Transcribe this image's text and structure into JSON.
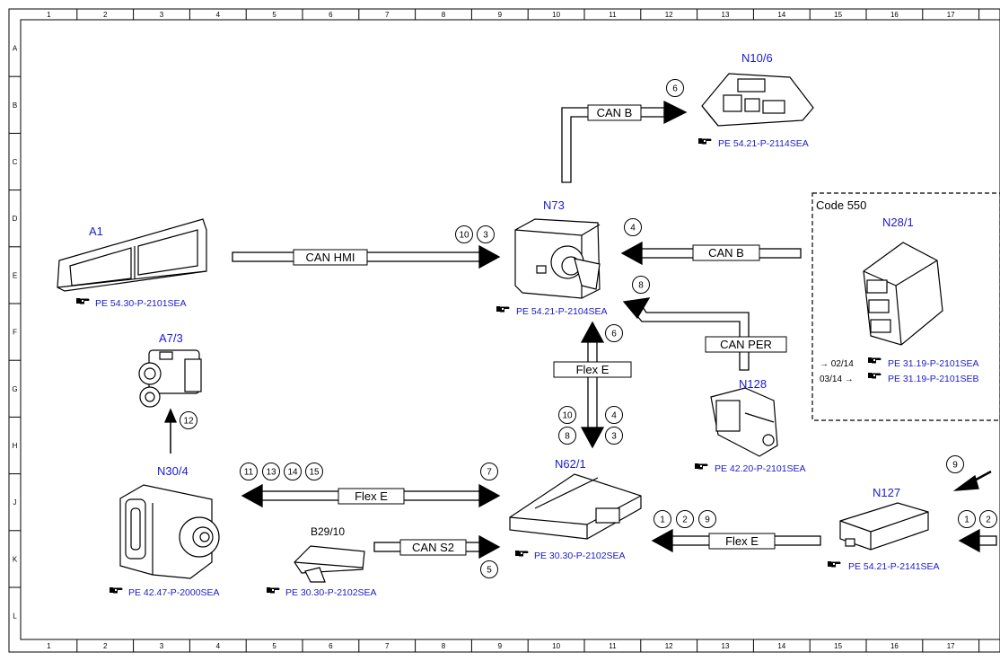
{
  "grid": {
    "columns": [
      "1",
      "2",
      "3",
      "4",
      "5",
      "6",
      "7",
      "8",
      "9",
      "10",
      "11",
      "12",
      "13",
      "14",
      "15",
      "16",
      "17"
    ],
    "rows": [
      "A",
      "B",
      "C",
      "D",
      "E",
      "F",
      "G",
      "H",
      "J",
      "K",
      "L"
    ]
  },
  "components": {
    "a1": {
      "label": "A1",
      "ref": "PE 54.30-P-2101SEA"
    },
    "a7_3": {
      "label": "A7/3"
    },
    "n30_4": {
      "label": "N30/4",
      "ref": "PE 42.47-P-2000SEA"
    },
    "b29_10": {
      "label": "B29/10",
      "ref": "PE 30.30-P-2102SEA"
    },
    "n73": {
      "label": "N73",
      "ref": "PE 54.21-P-2104SEA"
    },
    "n10_6": {
      "label": "N10/6",
      "ref": "PE 54.21-P-2114SEA"
    },
    "n62_1": {
      "label": "N62/1",
      "ref": "PE 30.30-P-2102SEA"
    },
    "n128": {
      "label": "N128",
      "ref": "PE 42.20-P-2101SEA"
    },
    "n127": {
      "label": "N127",
      "ref": "PE 54.21-P-2141SEA"
    },
    "n28_1": {
      "label": "N28/1",
      "ref1_prefix": "→ 02/14",
      "ref1": "PE 31.19-P-2101SEA",
      "ref2_prefix": "03/14 →",
      "ref2": "PE 31.19-P-2101SEB"
    }
  },
  "code_box": {
    "title": "Code 550"
  },
  "buses": {
    "can_b_top": "CAN B",
    "can_hmi": "CAN HMI",
    "can_b_right": "CAN B",
    "can_per": "CAN PER",
    "flex_e_vertical": "Flex E",
    "flex_e_left": "Flex E",
    "can_s2": "CAN S2",
    "flex_e_bottom": "Flex E"
  },
  "numbers": [
    "6",
    "10",
    "3",
    "4",
    "8",
    "6",
    "12",
    "10",
    "4",
    "8",
    "3",
    "11",
    "13",
    "14",
    "15",
    "7",
    "5",
    "1",
    "2",
    "9",
    "9",
    "1",
    "2"
  ]
}
